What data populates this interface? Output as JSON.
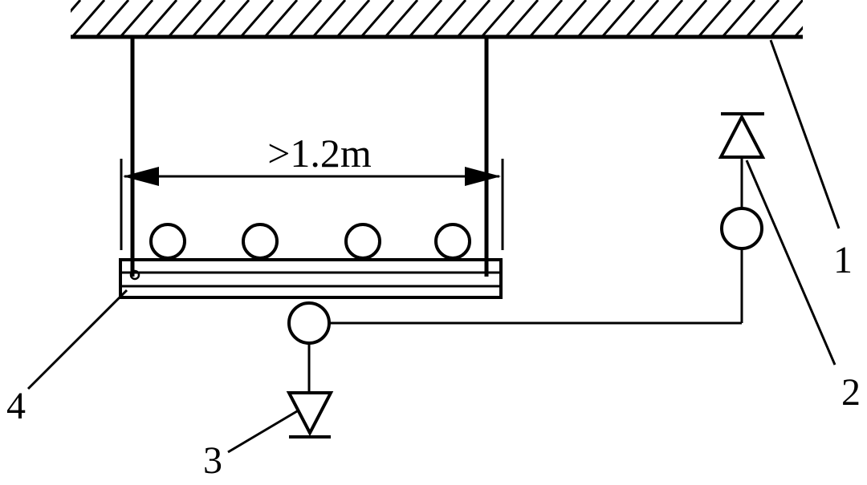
{
  "dimension": {
    "text": ">1.2m"
  },
  "callouts": [
    {
      "id": "1",
      "label": "1"
    },
    {
      "id": "2",
      "label": "2"
    },
    {
      "id": "3",
      "label": "3"
    },
    {
      "id": "4",
      "label": "4"
    }
  ],
  "colors": {
    "line": "#000000",
    "background": "#ffffff"
  }
}
